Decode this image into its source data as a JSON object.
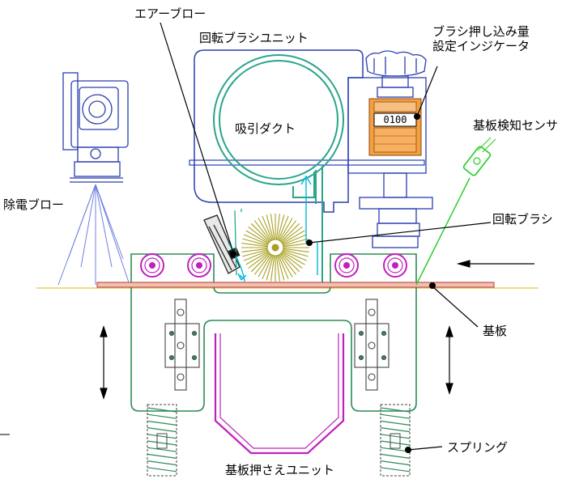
{
  "labels": {
    "air_blow": "エアーブロー",
    "rotary_brush_unit": "回転ブラシユニット",
    "brush_push_line1": "ブラシ押し込み量",
    "brush_push_line2": "設定インジケータ",
    "suction_duct": "吸引ダクト",
    "substrate_sensor": "基板検知センサ",
    "static_blow": "除電ブロー",
    "rotary_brush": "回転ブラシ",
    "substrate": "基板",
    "spring": "スプリング",
    "substrate_press_unit": "基板押さえユニット"
  },
  "indicator": {
    "reading": "0100"
  },
  "colors": {
    "blue_outline": "#2a3fb0",
    "green_outline": "#2e8b57",
    "duct_teal": "#2aa58a",
    "magenta": "#c020c0",
    "brush_olive": "#a8a020",
    "sensor_green": "#22cc22",
    "substrate_red": "#c05050",
    "indicator_orange": "#f5a040",
    "air_cyan": "#00b8d8",
    "static_blue": "#7080e0"
  }
}
